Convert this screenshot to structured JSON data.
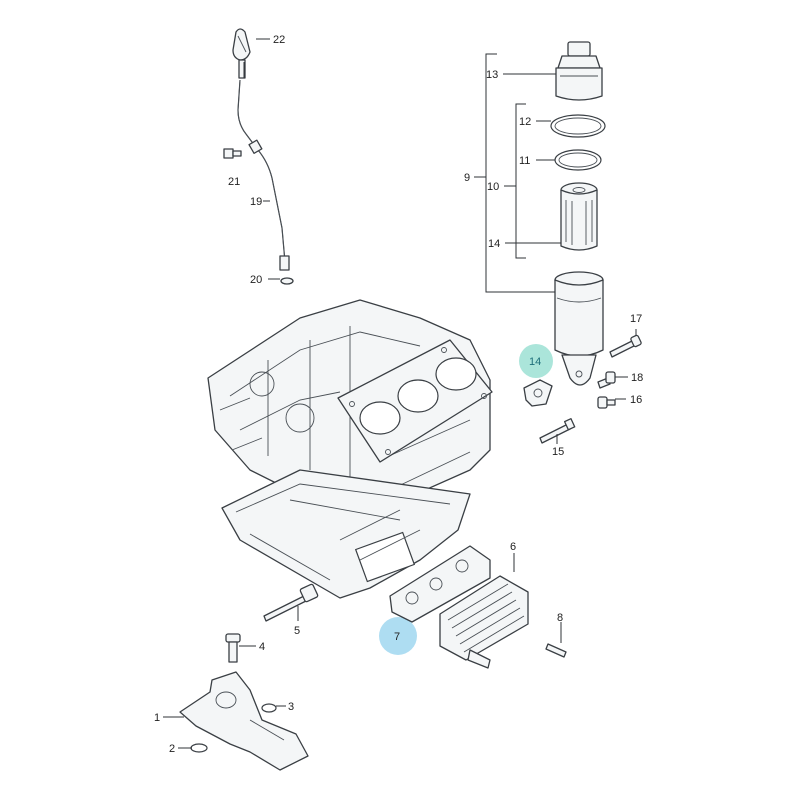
{
  "labels": {
    "l1": "1",
    "l2": "2",
    "l3": "3",
    "l4": "4",
    "l5": "5",
    "l6": "6",
    "l7": "7",
    "l8": "8",
    "l9": "9",
    "l10": "10",
    "l11": "11",
    "l12": "12",
    "l13": "13",
    "l14a": "14",
    "l14b": "14",
    "l15": "15",
    "l16": "16",
    "l17": "17",
    "l18": "18",
    "l19": "19",
    "l20": "20",
    "l21": "21",
    "l22": "22"
  },
  "colors": {
    "highlight_teal": "#8fdccd",
    "highlight_blue": "#9ad4ef",
    "outline": "#3a3f44"
  }
}
